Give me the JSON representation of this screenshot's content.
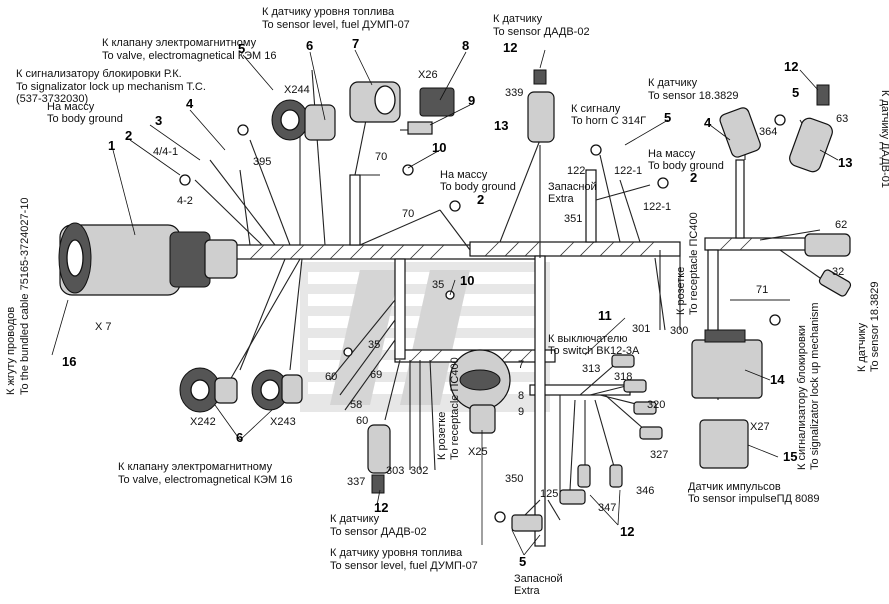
{
  "labels": {
    "fuel_sensor_top_ru": "К датчику уровня топлива",
    "fuel_sensor_top_en": "To sensor level, fuel ДУМП-07",
    "dadv_top_ru": "К датчику",
    "dadv_top_en": "To sensor ДАДВ-02",
    "valve_top_ru": "К клапану электромагнитному",
    "valve_top_en": "To valve, electromagnetical КЭМ 16",
    "lock_sig_ru": "К сигнализатору блокировки Р.К.",
    "lock_sig_en": "To signalizator lock up mechanism T.C.",
    "lock_sig_code": "(537-3732030)",
    "ground1_ru": "На массу",
    "ground1_en": "To body ground",
    "ground2_ru": "На массу",
    "ground2_en": "To body ground",
    "ground3_ru": "На массу",
    "ground3_en": "To body ground",
    "sensor18_top_ru": "К датчику",
    "sensor18_top_en": "To sensor 18.3829",
    "horn_ru": "К сигналу",
    "horn_en": "To horn С 314Г",
    "spare1_ru": "Запасной",
    "spare1_en": "Extra",
    "dadv01_ru": "К датчику ДАДВ-01",
    "receptacle_right_ru": "К розетке",
    "receptacle_right_en": "To receptacle ПС400",
    "sensor18_right_ru": "К датчику",
    "sensor18_right_en": "To sensor 18.3829",
    "switch_ru": "К выключателю",
    "switch_en": "To switch ВК12-3А",
    "receptacle_mid_ru": "К розетке",
    "receptacle_mid_en": "To receptacle ПС400",
    "bundled_ru": "К жгуту проводов",
    "bundled_en": "To the bundled cable 75165-3724027-10",
    "lock_right_ru": "К сигнализатору блокировки",
    "lock_right_en": "To signalizator lock up mechanism",
    "valve_bottom_ru": "К клапану электромагнитному",
    "valve_bottom_en": "To valve, electromagnetical КЭМ 16",
    "dadv_bottom_ru": "К датчику",
    "dadv_bottom_en": "To sensor ДАДВ-02",
    "fuel_bottom_ru": "К датчику уровня топлива",
    "fuel_bottom_en": "To sensor level, fuel ДУМП-07",
    "spare2_ru": "Запасной",
    "spare2_en": "Extra",
    "impulse_ru": "Датчик импульсов",
    "impulse_en": "To sensor impulseПД 8089"
  },
  "connectors": {
    "x7": "X 7",
    "x244": "X244",
    "x26": "X26",
    "x242": "X242",
    "x243": "X243",
    "x25": "X25",
    "x27": "X27"
  },
  "callouts": {
    "c1": "1",
    "c2a": "2",
    "c2b": "2",
    "c2c": "2",
    "c3": "3",
    "c4a": "4",
    "c4b": "4",
    "c5a": "5",
    "c5b": "5",
    "c5c": "5",
    "c5d": "5",
    "c6a": "6",
    "c6b": "6",
    "c7a": "7",
    "c8": "8",
    "c9a": "9",
    "c10a": "10",
    "c10b": "10",
    "c11": "11",
    "c12a": "12",
    "c12b": "12",
    "c12c": "12",
    "c12d": "12",
    "c13a": "13",
    "c13b": "13",
    "c14": "14",
    "c15": "15",
    "c16": "16"
  },
  "wire_numbers": {
    "w339": "339",
    "w364": "364",
    "w63": "63",
    "w395": "395",
    "w70a": "70",
    "w70b": "70",
    "w122": "122",
    "w1221a": "122-1",
    "w1221b": "122-1",
    "w351": "351",
    "w62": "62",
    "w32": "32",
    "w71": "71",
    "w301": "301",
    "w300": "300",
    "w35a": "35",
    "w35b": "35",
    "w313": "313",
    "w318": "318",
    "w320": "320",
    "w327": "327",
    "w346": "346",
    "w347": "347",
    "w350": "350",
    "w125": "125",
    "w303": "303",
    "w302": "302",
    "w337": "337",
    "w60a": "60",
    "w60b": "60",
    "w69": "69",
    "w58": "58",
    "w7": "7",
    "w8": "8",
    "w9": "9",
    "w41": "4/4-1",
    "w42": "4-2"
  }
}
